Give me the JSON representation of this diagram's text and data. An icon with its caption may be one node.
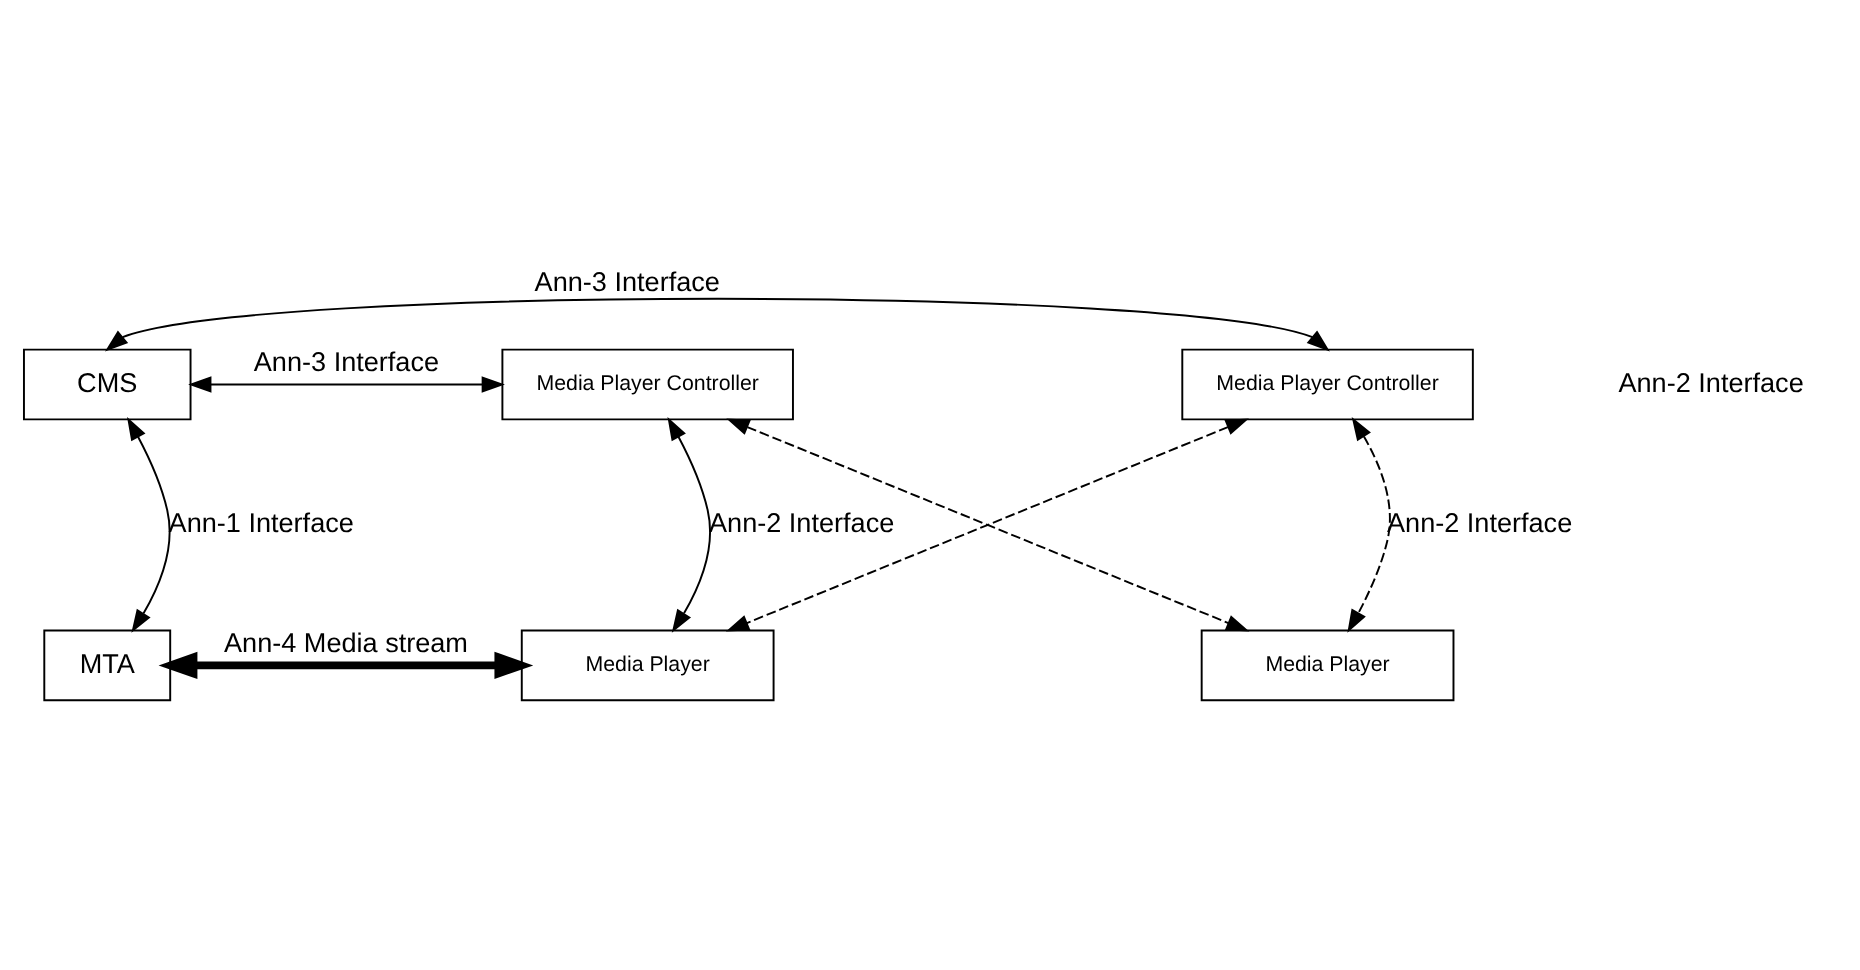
{
  "diagram": {
    "nodes": [
      {
        "text": [
          "CMS"
        ]
      },
      {
        "text": [
          "Media Player Controller"
        ]
      },
      {
        "text": [
          "Media Player Controller"
        ]
      },
      {
        "text": [
          "MTA"
        ]
      },
      {
        "text": [
          "Media Player"
        ]
      },
      {
        "text": [
          "Media Player"
        ]
      }
    ],
    "edges": [
      {
        "from": 0,
        "to": 2,
        "arrow": "both",
        "label": "Ann-3 Interface"
      },
      {
        "from": 0,
        "to": 1,
        "arrow": "both",
        "label": "Ann-3 Interface"
      },
      {
        "from": 0,
        "to": 3,
        "arrow": "both",
        "label": "Ann-1 Interface"
      },
      {
        "from": 1,
        "to": 4,
        "arrow": "both",
        "label": "Ann-2 Interface"
      },
      {
        "from": 1,
        "to": 5,
        "arrow": "both",
        "style": "dashed"
      },
      {
        "from": 2,
        "to": 4,
        "arrow": "both",
        "style": "dashed"
      },
      {
        "from": 2,
        "to": 5,
        "arrow": "both",
        "style": "dashed",
        "label": "Ann-2 Interface"
      },
      {
        "from": 3,
        "to": 4,
        "arrow": "both",
        "style": "thick",
        "label": "Ann-4 Media stream"
      }
    ],
    "labels": [
      "Ann-2 Interface"
    ]
  }
}
